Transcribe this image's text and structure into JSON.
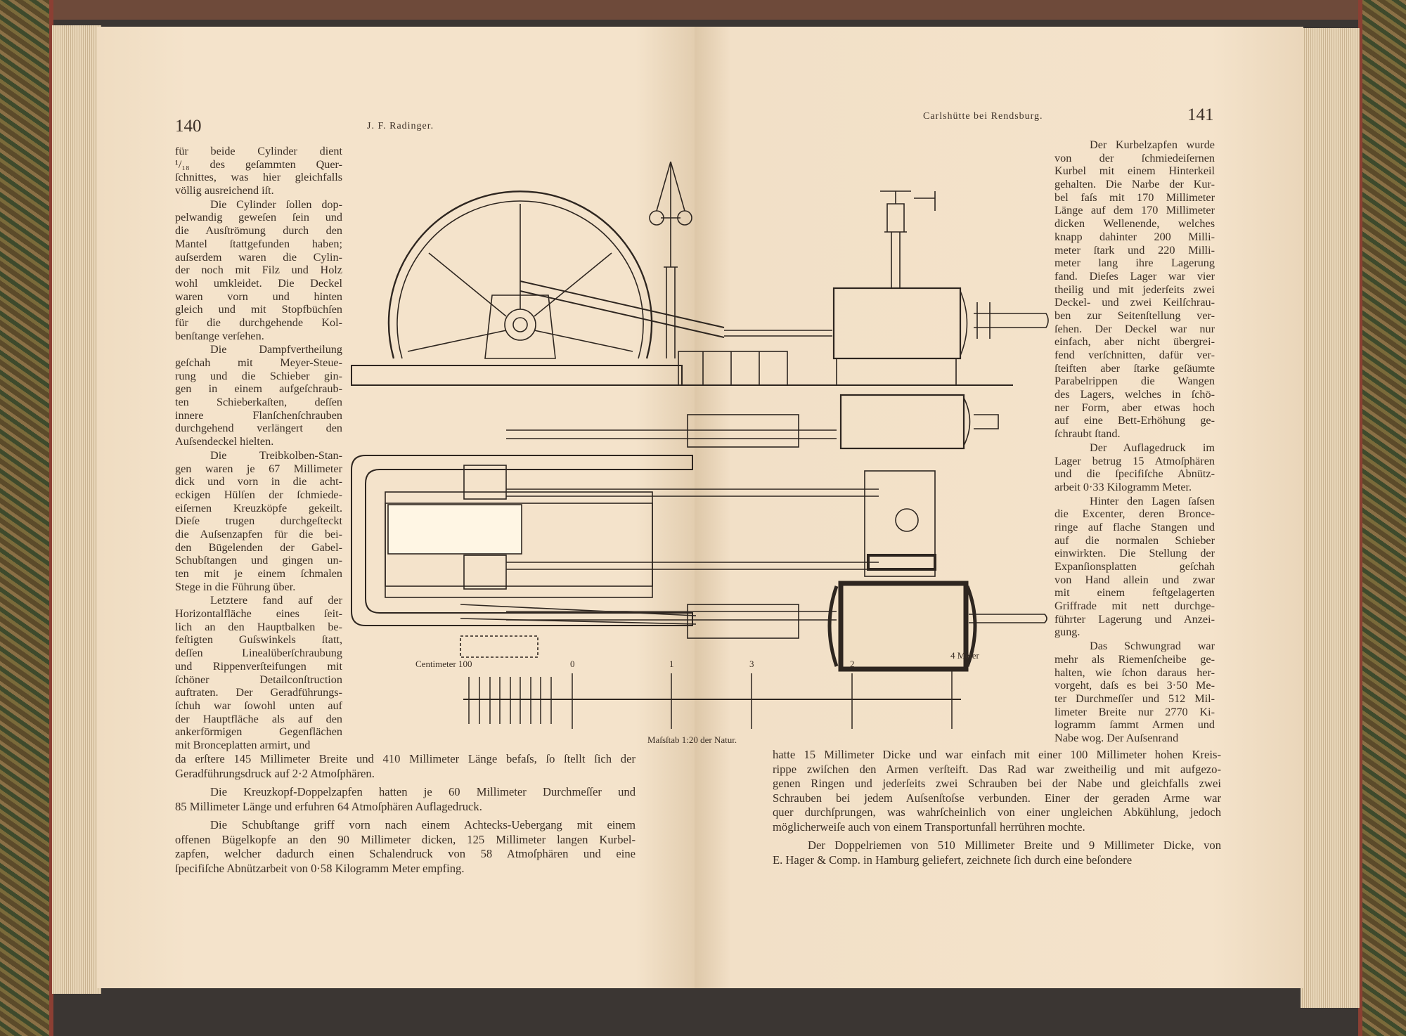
{
  "left_page": {
    "page_number": "140",
    "running_head": "J. F. Radinger.",
    "column": {
      "paragraphs": [
        {
          "indent": false,
          "lines": [
            "für beide Cylinder dient",
            "¹/₁₈ des geſammten Quer-",
            "ſchnittes, was hier gleichfalls",
            "völlig ausreichend iſt."
          ]
        },
        {
          "indent": true,
          "lines": [
            "Die Cylinder ſollen dop-",
            "pelwandig geweſen ſein und",
            "die Ausſtrömung durch den",
            "Mantel ſtattgefunden haben;",
            "auſserdem waren die Cylin-",
            "der noch mit Filz und Holz",
            "wohl umkleidet. Die Deckel",
            "waren vorn und hinten",
            "gleich und mit Stopfbüchſen",
            "für die durchgehende Kol-",
            "benſtange verſehen."
          ]
        },
        {
          "indent": true,
          "lines": [
            "Die Dampfvertheilung",
            "geſchah mit Meyer-Steue-",
            "rung und die Schieber gin-",
            "gen in einem aufgeſchraub-",
            "ten Schieberkaſten, deſſen",
            "innere Flanſchenſchrauben",
            "durchgehend verlängert den",
            "Auſsendeckel hielten."
          ]
        },
        {
          "indent": true,
          "lines": [
            "Die Treibkolben-Stan-",
            "gen waren je 67 Millimeter",
            "dick und vorn in die acht-",
            "eckigen Hülſen der ſchmiede-",
            "eiſernen Kreuzköpfe gekeilt.",
            "Dieſe trugen durchgeſteckt",
            "die Auſsenzapfen für die bei-",
            "den Bügelenden der Gabel-",
            "Schubſtangen und gingen un-",
            "ten mit je einem ſchmalen",
            "Stege in die Führung über."
          ]
        },
        {
          "indent": true,
          "lines": [
            "Letztere fand auf der",
            "Horizontalfläche eines ſeit-",
            "lich an den Hauptbalken be-",
            "feſtigten Guſswinkels ſtatt,",
            "deſſen Linealüberſchraubung",
            "und Rippenverſteifungen mit",
            "ſchöner Detailconſtruction",
            "auftraten. Der Geradführungs-",
            "ſchuh war ſowohl unten auf",
            "der Hauptfläche als auf den",
            "ankerförmigen Gegenflächen",
            "mit Bronceplatten armirt, und"
          ]
        }
      ]
    },
    "wide": {
      "paragraphs": [
        {
          "indent": false,
          "lines": [
            "da erſtere 145 Millimeter Breite und 410 Millimeter Länge befaſs, ſo ſtellt ſich der",
            "Geradführungsdruck auf 2·2 Atmoſphären."
          ]
        },
        {
          "indent": true,
          "lines": [
            "Die Kreuzkopf-Doppelzapfen hatten je 60 Millimeter Durchmeſſer und",
            "85 Millimeter Länge und erfuhren 64 Atmoſphären Auflagedruck."
          ]
        },
        {
          "indent": true,
          "lines": [
            "Die Schubſtange griff vorn nach einem Achtecks-Uebergang mit einem",
            "offenen Bügelkopfe an den 90 Millimeter dicken, 125 Millimeter langen Kurbel-",
            "zapfen, welcher dadurch einen Schalendruck von 58 Atmoſphären und eine",
            "ſpecifiſche Abnützarbeit von 0·58 Kilogramm Meter empfing."
          ]
        }
      ]
    }
  },
  "right_page": {
    "page_number": "141",
    "running_head": "Carlshütte bei Rendsburg.",
    "column": {
      "paragraphs": [
        {
          "indent": true,
          "lines": [
            "Der Kurbelzapfen wurde",
            "von der ſchmiedeiſernen",
            "Kurbel mit einem Hinterkeil",
            "gehalten. Die Narbe der Kur-",
            "bel faſs mit 170 Millimeter",
            "Länge auf dem 170 Millimeter",
            "dicken Wellenende, welches",
            "knapp dahinter 200 Milli-",
            "meter ſtark und 220 Milli-",
            "meter lang ihre Lagerung",
            "fand. Dieſes Lager war vier",
            "theilig und mit jederſeits zwei",
            "Deckel- und zwei Keilſchrau-",
            "ben zur Seitenſtellung ver-",
            "ſehen. Der Deckel war nur",
            "einfach, aber nicht übergrei-",
            "fend verſchnitten, dafür ver-",
            "ſteiften aber ſtarke geſäumte",
            "Parabelrippen die Wangen",
            "des Lagers, welches in ſchö-",
            "ner Form, aber etwas hoch",
            "auf eine Bett-Erhöhung ge-",
            "ſchraubt ſtand."
          ]
        },
        {
          "indent": true,
          "lines": [
            "Der Auflagedruck im",
            "Lager betrug 15 Atmoſphären",
            "und die ſpecifiſche Abnütz-",
            "arbeit 0·33 Kilogramm Meter."
          ]
        },
        {
          "indent": true,
          "lines": [
            "Hinter den Lagen ſaſsen",
            "die Excenter, deren Bronce-",
            "ringe auf flache Stangen und",
            "auf die normalen Schieber",
            "einwirkten. Die Stellung der",
            "Expanſionsplatten geſchah",
            "von Hand allein und zwar",
            "mit einem feſtgelagerten",
            "Griffrade mit nett durchge-",
            "führter Lagerung und Anzei-",
            "gung."
          ]
        },
        {
          "indent": true,
          "lines": [
            "Das Schwungrad war",
            "mehr als Riemenſcheibe ge-",
            "halten, wie ſchon daraus her-",
            "vorgeht, daſs es bei 3·50 Me-",
            "ter Durchmeſſer und 512 Mil-",
            "limeter Breite nur 2770 Ki-",
            "logramm ſammt Armen und",
            "Nabe wog. Der Auſsenrand"
          ]
        }
      ]
    },
    "wide": {
      "paragraphs": [
        {
          "indent": false,
          "lines": [
            "hatte 15 Millimeter Dicke und war einfach mit einer 100 Millimeter hohen Kreis-",
            "rippe zwiſchen den Armen verſteift. Das Rad war zweitheilig und mit aufgezo-",
            "genen Ringen und jederſeits zwei Schrauben bei der Nabe und gleichfalls zwei",
            "Schrauben bei jedem Auſsenſtoſse verbunden. Einer der geraden Arme war",
            "quer durchſprungen, was wahrſcheinlich von einer ungleichen Abkühlung, jedoch",
            "möglicherweiſe auch von einem Transportunfall herrühren mochte."
          ]
        },
        {
          "indent": true,
          "lines": [
            "Der Doppelriemen von 510 Millimeter Breite und 9 Millimeter Dicke, von",
            "E. Hager & Comp. in Hamburg geliefert, zeichnete ſich durch eine beſondere"
          ]
        }
      ]
    }
  },
  "figure": {
    "scale": {
      "unit_left": "Centimeter 100",
      "zero": "0",
      "mark_1": "1",
      "mark_3": "3",
      "mark_2": "2",
      "unit_right": "4 Meter",
      "caption": "Maſsſtab 1:20 der Natur."
    }
  }
}
